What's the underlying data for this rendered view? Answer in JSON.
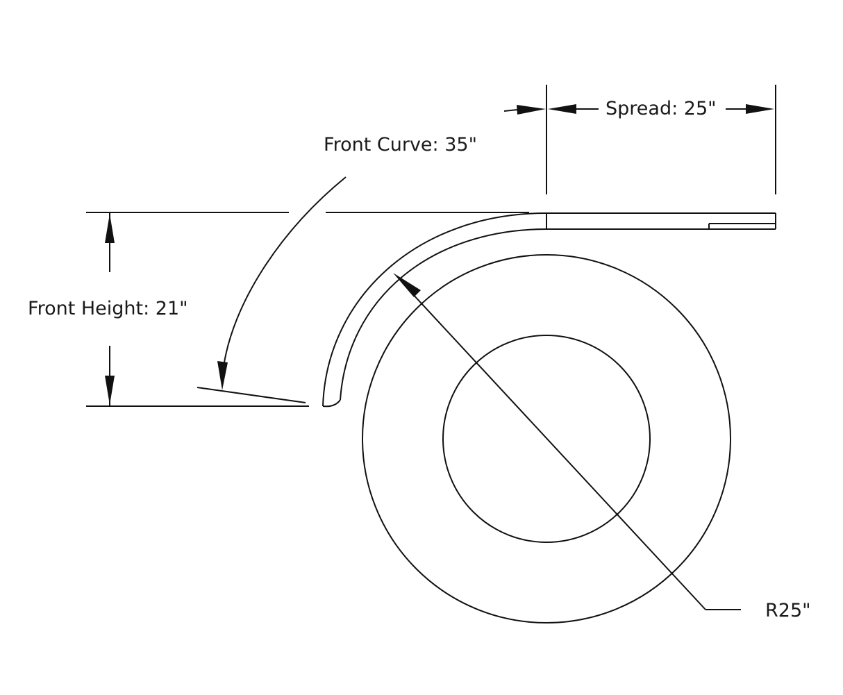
{
  "labels": {
    "front_curve": "Front Curve: 35\"",
    "spread": "Spread: 25\"",
    "front_height": "Front Height: 21\"",
    "radius": "R25\""
  },
  "colors": {
    "line": "#111111",
    "background": "#ffffff"
  }
}
